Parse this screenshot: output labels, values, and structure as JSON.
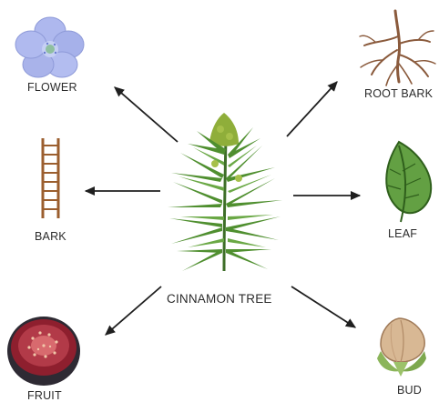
{
  "center": {
    "label": "CINNAMON TREE"
  },
  "parts": [
    {
      "id": "flower",
      "label": "FLOWER",
      "icon": "flower-icon",
      "color": "#a9b3ea"
    },
    {
      "id": "root-bark",
      "label": "ROOT BARK",
      "icon": "root-icon",
      "color": "#8a5a3c"
    },
    {
      "id": "bark",
      "label": "BARK",
      "icon": "ladder-bark-icon",
      "color": "#9b5e2e"
    },
    {
      "id": "leaf",
      "label": "LEAF",
      "icon": "leaf-icon",
      "color": "#5f9b3e"
    },
    {
      "id": "fruit",
      "label": "FRUIT",
      "icon": "fruit-icon",
      "color": "#8e1f2e"
    },
    {
      "id": "bud",
      "label": "BUD",
      "icon": "bud-icon",
      "color": "#c9a27a"
    }
  ],
  "colors": {
    "arrow": "#1f1f1f",
    "plant": "#4f8f2f",
    "text": "#2b2b2b"
  }
}
